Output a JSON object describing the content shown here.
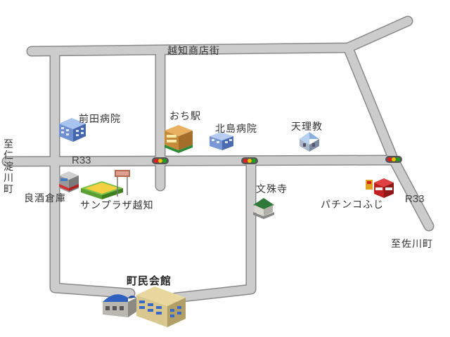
{
  "labels": {
    "street_top": "越知商店街",
    "maeda_hospital": "前田病院",
    "ochi_station": "おち駅",
    "kitajima_hospital": "北島病院",
    "tenrikyo": "天理教",
    "route_left": "R33",
    "route_right": "R33",
    "yoshizake_warehouse": "良酒倉庫",
    "sunplaza": "サンプラザ越知",
    "monjuji": "文殊寺",
    "pachinko": "パチンコふじ",
    "community_hall": "町民会館",
    "to_sakawa": "至佐川町"
  },
  "to_niyodogawa": [
    "至",
    "仁",
    "淀",
    "川",
    "町"
  ],
  "colors": {
    "road_fill": "#cccccc",
    "road_edge": "#8a8a8a",
    "background": "#ffffff",
    "signal_red": "#e02020",
    "signal_yellow": "#f0c000",
    "signal_green": "#20a020"
  },
  "icons": [
    "building-icon",
    "station-icon",
    "church-icon",
    "shop-icon",
    "supermarket-icon",
    "temple-icon",
    "pachinko-icon",
    "hall-icon",
    "traffic-light-icon"
  ]
}
